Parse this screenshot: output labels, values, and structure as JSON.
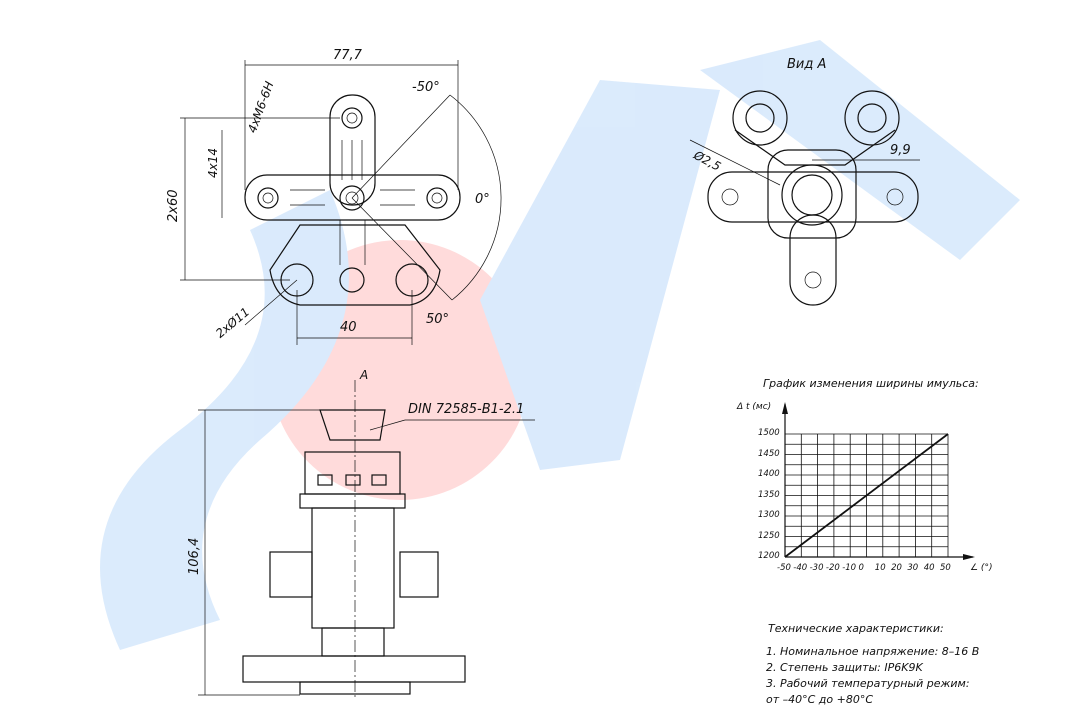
{
  "dimensions": {
    "width_total": "77,7",
    "angle_neg": "-50°",
    "angle_zero": "0°",
    "angle_pos": "50°",
    "thread": "4xM6-6H",
    "depth": "4x14",
    "height_2x60": "2x60",
    "holes": "2xØ11",
    "spacing": "40",
    "view_label": "A",
    "connector": "DIN 72585-B1-2.1",
    "height_total": "106,4"
  },
  "view_a": {
    "title": "Вид А",
    "diameter": "Ø2,5",
    "offset": "9,9"
  },
  "chart_data": {
    "type": "line",
    "title": "График изменения ширины имульса:",
    "ylabel": "Δ t (мс)",
    "xlabel": "∠ (°)",
    "x": [
      -50,
      50
    ],
    "y": [
      1200,
      1500
    ],
    "xlim": [
      -50,
      50
    ],
    "ylim": [
      1200,
      1500
    ],
    "xticks": [
      "-50",
      "-40",
      "-30",
      "-20",
      "-10",
      "0",
      "10",
      "20",
      "30",
      "40",
      "50"
    ],
    "yticks": [
      "1200",
      "1250",
      "1300",
      "1350",
      "1400",
      "1450",
      "1500"
    ],
    "grid": true
  },
  "specs": {
    "title": "Технические характеристики:",
    "items": [
      "1. Номинальное напряжение: 8–16 В",
      "2. Степень защиты: IP6K9K",
      "3. Рабочий температурный режим:",
      "от –40°С до +80°С"
    ]
  }
}
